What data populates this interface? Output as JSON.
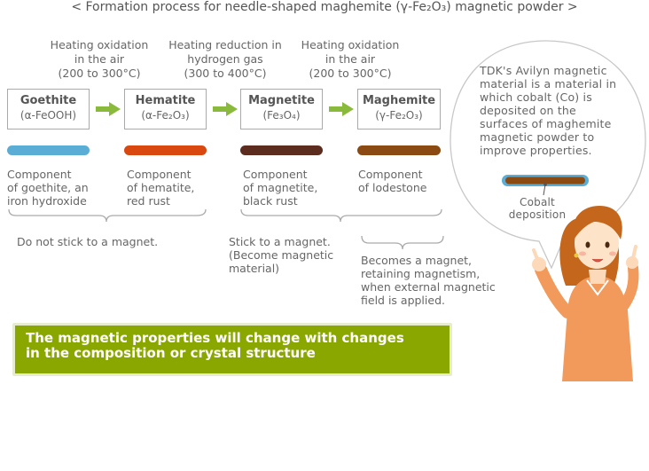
{
  "title": "< Formation process for needle-shaped maghemite (γ-Fe₂O₃) magnetic powder >",
  "processes": [
    {
      "line1": "Heating oxidation",
      "line2": "in the air",
      "line3": "(200 to 300°C)"
    },
    {
      "line1": "Heating reduction in",
      "line2": "hydrogen gas",
      "line3": "(300 to 400°C)"
    },
    {
      "line1": "Heating oxidation",
      "line2": "in the air",
      "line3": "(200 to 300°C)"
    }
  ],
  "compounds": [
    {
      "name": "Goethite",
      "formula": "(α-FeOOH)",
      "color": "#5aaed6",
      "comp1": "Component",
      "comp2": "of goethite, an",
      "comp3": "iron hydroxide"
    },
    {
      "name": "Hematite",
      "formula": "(α-Fe₂O₃)",
      "color": "#d9480f",
      "comp1": "Component",
      "comp2": "of hematite,",
      "comp3": "red rust"
    },
    {
      "name": "Magnetite",
      "formula": "(Fe₃O₄)",
      "color": "#5c2d1e",
      "comp1": "Component",
      "comp2": "of magnetite,",
      "comp3": "black rust"
    },
    {
      "name": "Maghemite",
      "formula": "(γ-Fe₂O₃)",
      "color": "#8b4a12",
      "comp1": "Component",
      "comp2": "of lodestone",
      "comp3": ""
    }
  ],
  "arrow_color": "#8aba3c",
  "notes": {
    "not_stick": "Do not stick to a magnet.",
    "stick1": "Stick to a magnet.",
    "stick2": "(Become magnetic",
    "stick3": "material)",
    "becomes1": "Becomes a magnet,",
    "becomes2": "retaining magnetism,",
    "becomes3": "when external magnetic",
    "becomes4": "field is applied."
  },
  "banner": {
    "line1": "The magnetic properties will change with changes",
    "line2": "in the composition or crystal structure",
    "color": "#8aa700"
  },
  "bubble": {
    "line1": "TDK's Avilyn magnetic",
    "line2": "material is a material in",
    "line3": "which cobalt (Co) is",
    "line4": "deposited on the",
    "line5": "surfaces of maghemite",
    "line6": "magnetic powder to",
    "line7": "improve properties.",
    "cobalt1": "Cobalt",
    "cobalt2": "deposition",
    "rod_color": "#8b4a12",
    "coat_color": "#5aaed6"
  }
}
